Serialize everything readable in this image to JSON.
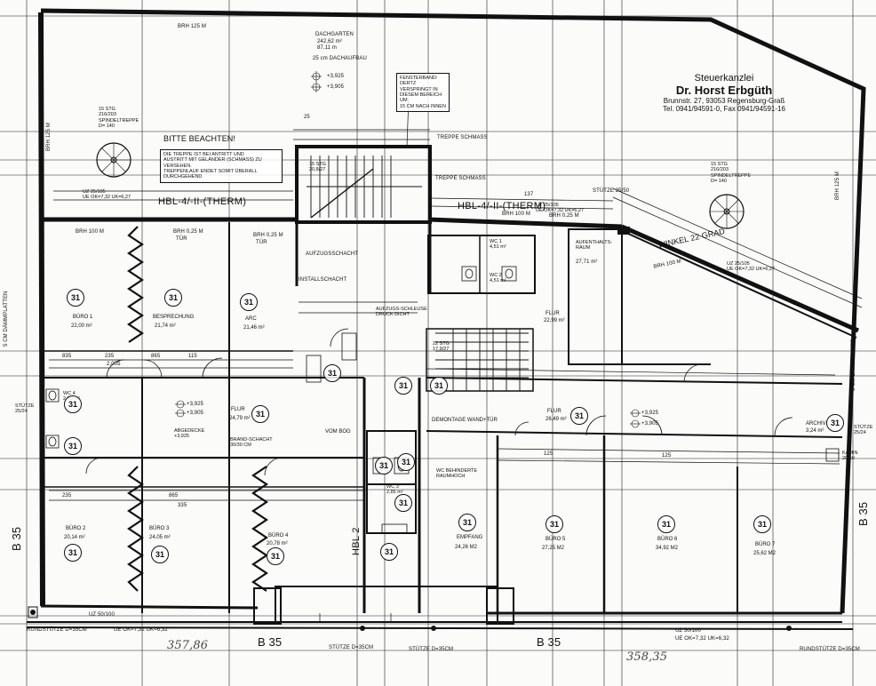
{
  "title_block": {
    "line1": "Steuerkanzlei",
    "line2": "Dr. Horst Erbgüth",
    "line3": "Brunnstr. 27, 93053 Regensburg-Graß",
    "line4": "Tel. 0941/94591-0, Fax 0941/94591-16"
  },
  "labels": {
    "brh_top": "BRH 125 M",
    "dachgarten": "DACHGARTEN",
    "dachgarten_area": "242,62 m²",
    "dachgarten_perim": "87,11 m",
    "dachaufbau": "25 cm DACHAUFBAU",
    "fensterband": "FENSTERBAND:\nDERTZ VERSPRINGT IN\nDIESEM BEREICH UM\n15 CM NACH INNEN",
    "treppe_schmass": "TREPPE SCHMASS",
    "bitte_beachten": "BITTE BEACHTEN!",
    "treppe_note": "DIE TREPPE IST BEI ANTRITT UND\nAUSTRITT MIT GELÄNDER (SCHMASS) ZU VERSEHEN.\nTREPPENLAUF ENDET SOMIT ÜBERALL DURCHGEHEND",
    "spindel_left": "15 STG\n216/203\nSPINDELTREPPE\nD= 140",
    "spindel_right": "15 STG\n216/203\nSPINDELTREPPE\nD= 140",
    "hbl_left": "HBL-4/-II-(THERM)",
    "hbl_mid": "HBL-4/-II-(THERM)",
    "hbl_2": "HBL 2",
    "ue_left": "UZ 25/105\nUE OK=7,32 UK=6,27",
    "ue_mid": "UZ 25/105\nUE OK=7,32 UK=6,27",
    "ue_right": "UZ 25/105\nUE OK=7,32 UK=6,27",
    "stuetze_2550": "STÜTZE 25/50",
    "winkel": "WINKEL 22 GRAD",
    "brh_100_1": "BRH 100 M",
    "brh_025_1": "BRH 0,25 M",
    "brh_025_2": "BRH 0,25 M",
    "brh_100_2": "BRH 100 M",
    "brh_025_3": "BRH 0,25 M",
    "brh_100_right": "BRH 100 M",
    "tur": "TÜR",
    "stg_15": "15 STG\n20,8/27",
    "stg_22": "22 STG\n17,9/27",
    "wc1": "WC 1\n4,51 m²",
    "wc2": "WC 2\n4,51 m²",
    "aufenthaltsraum": "AUFENTHALTS-\nRAUM",
    "auf_area": "27,71 m²",
    "installschacht": "INSTALLSCHACHT",
    "aufzugsschacht": "AUFZUGSSCHACHT",
    "aufzug_tuer": "AUFZUGS-SCHLEUSE\nDRUCK DICHT",
    "buro1": "BÜRO 1",
    "buro1_area": "22,00 m²",
    "besprechung": "BESPRECHUNG",
    "besprechung_area": "21,74 m²",
    "arc": "ARC",
    "arc_area": "21,46 m²",
    "flur_mid": "FLUR",
    "flur_mid_area": "22,99 m²",
    "flur_left": "FLUR",
    "flur_left_area": "24,79 m²",
    "flur_right": "FLUR",
    "flur_right_area": "26,49 m²",
    "archiv": "ARCHIV",
    "archiv_area": "3,24 m²",
    "abgedecke": "ABGEDECKE\n+3,925",
    "brandschacht": "BRAND-SCHACHT\n30/30 CM",
    "vom_bog": "VOM BOG",
    "demontage": "DEMONTAGE WAND+TÜR",
    "wc_behind": "WC BEHINDERTE\nRAUMHOCH",
    "wc3": "WC 3\n2,85 m²",
    "wc4": "WC 4\n2,85 m²",
    "empfang": "EMPFANG",
    "empfang_area": "24,26 M2",
    "buro2": "BÜRO 2",
    "buro2_area": "20,14 m²",
    "buro3": "BÜRO 3",
    "buro3_area": "24,05 m²",
    "buro4": "BÜRO 4",
    "buro4_area": "20,78 m²",
    "buro5": "BÜRO 5",
    "buro5_area": "27,25 M2",
    "buro6": "BÜRO 6",
    "buro6_area": "34,92 M2",
    "buro7": "BÜRO 7",
    "buro7_area": "25,62 M2",
    "kamin": "KAMIN\n20/50",
    "stuetze_2524_l": "STÜTZE\n25/24",
    "stuetze_2524_r": "STÜTZE\n25/24",
    "stuetze_d35_1": "RUNDSTÜTZE D=35CM",
    "stuetze_d35_2": "STÜTZE D=35CM",
    "stuetze_d35_3": "STÜTZE D=35CM",
    "stuetze_d35_4": "RUNDSTÜTZE D=35CM",
    "ue_bottom_l": "UZ 50/100",
    "ue_bottom_l2": "UE OK=7,32 UK=6,32",
    "ue_bottom_r": "UZ 50/100",
    "ue_bottom_r2": "UE OK=7,32 UK=6,32",
    "b35_bottom_1": "B 35",
    "b35_bottom_2": "B 35",
    "b35_left": "B 35",
    "b35_right": "B 35",
    "hand_1": "357,86",
    "hand_2": "358,35",
    "schornstein_l": "5 CM DÄMMPLATTEN",
    "schornstein_r": "5 CM DÄMMPLATTE",
    "bra_right": "BRH 125 M",
    "bra_left": "BRH 125 M",
    "level_3925": "+3,925",
    "level_3905": "+3,905",
    "circle_value": "31",
    "dim_835": "835",
    "dim_235": "235",
    "dim_865": "865",
    "dim_115": "115",
    "dim_2005": "2,005",
    "dim_125": "125",
    "dim_335": "335",
    "dim_137": "137",
    "dim_25": "25"
  }
}
